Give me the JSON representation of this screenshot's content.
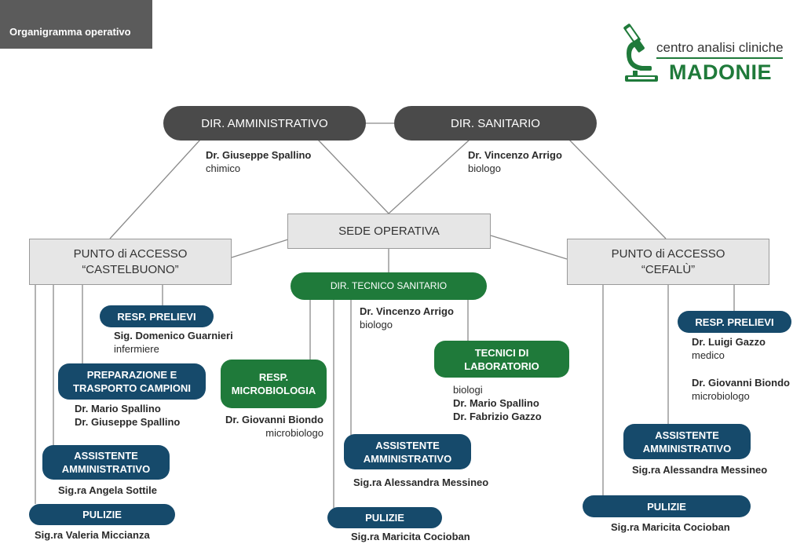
{
  "header": {
    "title": "Organigramma operativo"
  },
  "logo": {
    "line1": "centro analisi cliniche",
    "line2": "MADONIE",
    "icon": "microscope-icon",
    "color": "#1f7a3a"
  },
  "colors": {
    "dark_box": "#4a4a4a",
    "grey_box": "#e6e6e6",
    "green_box": "#1f7a3a",
    "blue_box": "#164a6b"
  },
  "top": {
    "dir_amm": {
      "label": "DIR. AMMINISTRATIVO",
      "person": "Dr. Giuseppe Spallino",
      "role": "chimico"
    },
    "dir_san": {
      "label": "DIR. SANITARIO",
      "person": "Dr. Vincenzo Arrigo",
      "role": "biologo"
    }
  },
  "sede": {
    "label": "SEDE OPERATIVA"
  },
  "castelbuono": {
    "line1": "PUNTO di ACCESSO",
    "line2": "“CASTELBUONO”",
    "resp_prelievi": {
      "label": "RESP. PRELIEVI",
      "person": "Sig. Domenico Guarnieri",
      "role": "infermiere"
    },
    "preparazione": {
      "line1": "PREPARAZIONE E",
      "line2": "TRASPORTO CAMPIONI",
      "person1": "Dr. Mario Spallino",
      "person2": "Dr. Giuseppe Spallino"
    },
    "assistente": {
      "line1": "ASSISTENTE",
      "line2": "AMMINISTRATIVO",
      "person": "Sig.ra Angela Sottile"
    },
    "pulizie": {
      "label": "PULIZIE",
      "person": "Sig.ra Valeria Miccianza"
    }
  },
  "centro": {
    "dir_tecnico": {
      "label": "DIR. TECNICO SANITARIO",
      "person": "Dr. Vincenzo Arrigo",
      "role": "biologo"
    },
    "microbiologia": {
      "line1": "RESP.",
      "line2": "MICROBIOLOGIA",
      "person": "Dr. Giovanni Biondo",
      "role": "microbiologo"
    },
    "tecnici": {
      "line1": "TECNICI DI",
      "line2": "LABORATORIO",
      "role": "biologi",
      "person1": "Dr. Mario Spallino",
      "person2": "Dr. Fabrizio Gazzo"
    },
    "assistente": {
      "line1": "ASSISTENTE",
      "line2": "AMMINISTRATIVO",
      "person": "Sig.ra Alessandra Messineo"
    },
    "pulizie": {
      "label": "PULIZIE",
      "person": "Sig.ra Maricita Cocioban"
    }
  },
  "cefalu": {
    "line1": "PUNTO di ACCESSO",
    "line2": "“CEFALÙ”",
    "resp_prelievi": {
      "label": "RESP. PRELIEVI",
      "person1": "Dr. Luigi Gazzo",
      "role1": "medico",
      "person2": "Dr. Giovanni Biondo",
      "role2": "microbiologo"
    },
    "assistente": {
      "line1": "ASSISTENTE",
      "line2": "AMMINISTRATIVO",
      "person": "Sig.ra Alessandra Messineo"
    },
    "pulizie": {
      "label": "PULIZIE",
      "person": "Sig.ra Maricita Cocioban"
    }
  }
}
